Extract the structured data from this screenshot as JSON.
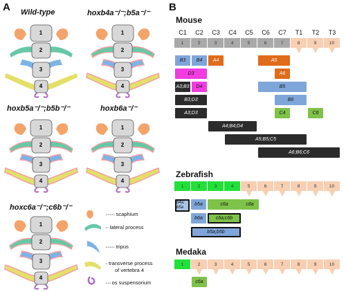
{
  "panelA": {
    "letter": "A",
    "genotypes": [
      {
        "id": "wt",
        "label": "Wild-type",
        "highlight": []
      },
      {
        "id": "b4b5",
        "label": "hoxb4a⁻/⁻;b5a⁻/⁻",
        "highlight": [
          "numbers"
        ]
      },
      {
        "id": "b5",
        "label": "hoxb5a⁻/⁻;b5b⁻/⁻",
        "highlight": [
          "numbers"
        ]
      },
      {
        "id": "b6",
        "label": "hoxb6a⁻/⁻",
        "highlight": [
          "numbers"
        ]
      },
      {
        "id": "c6",
        "label": "hoxc6a⁻/⁻;c6b⁻/⁻",
        "highlight": [
          "numbers"
        ]
      }
    ],
    "vertebra_numbers": [
      "1",
      "2",
      "3",
      "4"
    ],
    "legend": [
      {
        "key": "scaphium",
        "label": "scaphium",
        "color": "#F4A46A"
      },
      {
        "key": "lateral",
        "label": "lateral process",
        "color": "#67C8A6"
      },
      {
        "key": "tripus",
        "label": "tripus",
        "color": "#7FB3E6"
      },
      {
        "key": "transverse",
        "label": "transverse process",
        "label2": "of vertebra 4",
        "color": "#E3E06A"
      },
      {
        "key": "os",
        "label": "os suspensorium",
        "color": "#B06AC2"
      }
    ]
  },
  "panelB": {
    "letter": "B",
    "mouse": {
      "title": "Mouse",
      "col_labels": [
        "C1",
        "C2",
        "C3",
        "C4",
        "C5",
        "C6",
        "C7",
        "T1",
        "T2",
        "T3"
      ],
      "seg_numbers": [
        "1",
        "2",
        "3",
        "4",
        "5",
        "6",
        "7",
        "8",
        "9",
        "10"
      ],
      "bars": [
        {
          "label": "B3",
          "color": "#7FA6D9",
          "c0": 0,
          "c1": 1
        },
        {
          "label": "B4",
          "color": "#7FA6D9",
          "c0": 1,
          "c1": 2
        },
        {
          "label": "A4",
          "color": "#E06B1A",
          "c0": 2,
          "c1": 3
        },
        {
          "label": "A5",
          "color": "#E06B1A",
          "c0": 5,
          "c1": 7
        },
        {
          "label": "D3",
          "color": "#F03CE0",
          "c0": 0,
          "c1": 2
        },
        {
          "label": "A6",
          "color": "#E06B1A",
          "c0": 6,
          "c1": 7
        },
        {
          "label": "A3;B3",
          "color": "#2B2B2B",
          "c0": 0,
          "c1": 1
        },
        {
          "label": "D4",
          "color": "#F03CE0",
          "c0": 1,
          "c1": 2
        },
        {
          "label": "B5",
          "color": "#7FA6D9",
          "c0": 5,
          "c1": 8
        },
        {
          "label": "B3;D3",
          "color": "#2B2B2B",
          "c0": 0,
          "c1": 2
        },
        {
          "label": "B6",
          "color": "#7FA6D9",
          "c0": 6,
          "c1": 8
        },
        {
          "label": "A3;D3",
          "color": "#2B2B2B",
          "c0": 0,
          "c1": 2
        },
        {
          "label": "C4",
          "color": "#7EC24A",
          "c0": 6,
          "c1": 7
        },
        {
          "label": "C6",
          "color": "#7EC24A",
          "c0": 8,
          "c1": 9
        },
        {
          "label": "A4;B4;D4",
          "color": "#2B2B2B",
          "c0": 2,
          "c1": 5
        },
        {
          "label": "A5;B5;C5",
          "color": "#2B2B2B",
          "c0": 3,
          "c1": 8
        },
        {
          "label": "A6;B6;C6",
          "color": "#2B2B2B",
          "c0": 5,
          "c1": 10
        }
      ]
    },
    "zebrafish": {
      "title": "Zebrafish",
      "seg_numbers": [
        "1",
        "2",
        "3",
        "4",
        "5",
        "6",
        "7",
        "8",
        "9",
        "10"
      ],
      "bars": [
        {
          "label": "b4a; b5a",
          "color": "#A9C4E6"
        },
        {
          "label": "b5a",
          "color": "#7FA6D9"
        },
        {
          "label": "c6a",
          "color": "#7EC24A"
        },
        {
          "label": "c8a",
          "color": "#7EC24A"
        },
        {
          "label": "b6a",
          "color": "#7FA6D9"
        },
        {
          "label": "c6a;c6b",
          "color": "#7EC24A"
        },
        {
          "label": "b5a;b5b",
          "color": "#7FA6D9"
        }
      ]
    },
    "medaka": {
      "title": "Medaka",
      "seg_numbers": [
        "1",
        "2",
        "3",
        "4",
        "5",
        "6",
        "7",
        "8",
        "9",
        "10"
      ],
      "bars": [
        {
          "label": "c6a",
          "color": "#7EC24A"
        }
      ]
    },
    "colors": {
      "grey": "#A9A9A9",
      "peach": "#F7CFB2",
      "green": "#22E03A",
      "line": "#F3B48E"
    }
  }
}
